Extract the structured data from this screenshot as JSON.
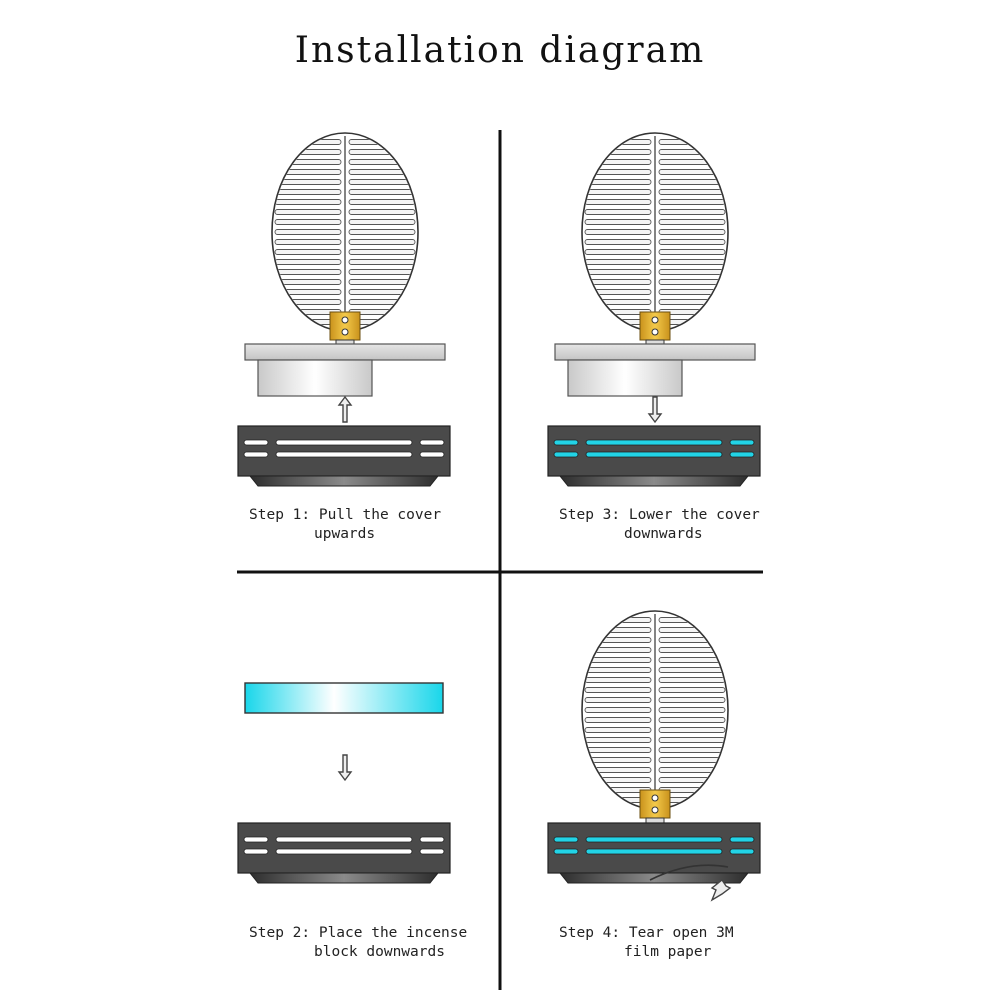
{
  "title": "Installation diagram",
  "colors": {
    "film": "#22d3e6",
    "brass": "#e8b93a",
    "base": "#4a4a4a",
    "divider": "#111111"
  },
  "steps": [
    {
      "id": "step1",
      "line1": "Step 1: Pull the cover",
      "line2": "upwards"
    },
    {
      "id": "step2",
      "line1": "Step 2: Place the incense",
      "line2": "block downwards"
    },
    {
      "id": "step3",
      "line1": "Step 3: Lower the cover",
      "line2": "downwards"
    },
    {
      "id": "step4",
      "line1": "Step 4: Tear open 3M",
      "line2": "film paper"
    }
  ]
}
